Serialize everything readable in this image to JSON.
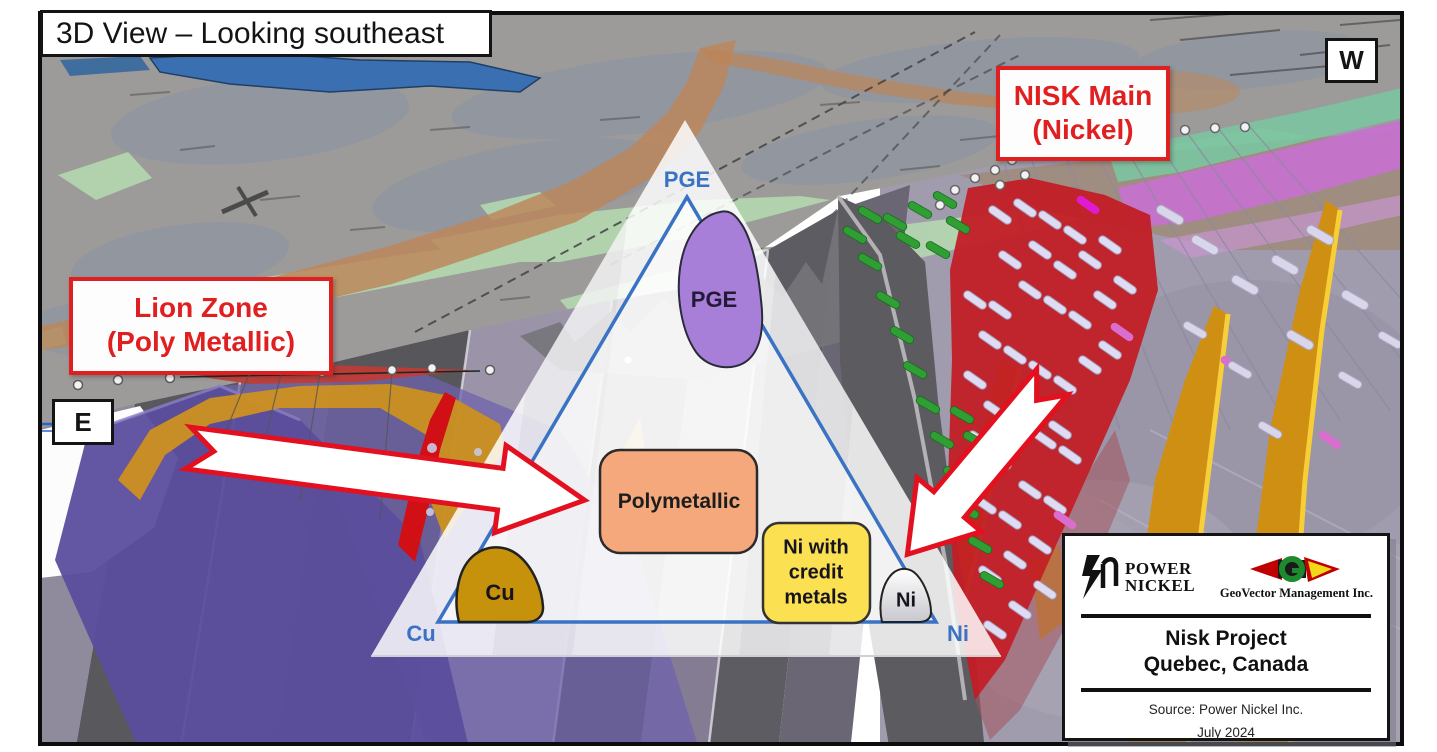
{
  "scene": {
    "title": "3D View – Looking southeast",
    "compass_west": "W",
    "compass_east": "E"
  },
  "callouts": {
    "nisk_main": {
      "title": "NISK Main",
      "subtitle": "(Nickel)"
    },
    "lion_zone": {
      "title": "Lion Zone",
      "subtitle": "(Poly Metallic)"
    }
  },
  "ternary_diagram": {
    "vertices": {
      "top": "PGE",
      "bottom_left": "Cu",
      "bottom_right": "Ni"
    },
    "fields": {
      "pge": "PGE",
      "polymetallic": "Polymetallic",
      "cu": "Cu",
      "ni_with_credit_metals": "Ni with credit metals",
      "ni": "Ni"
    }
  },
  "credit_box": {
    "power_nickel": {
      "line1": "POWER",
      "line2": "NICKEL"
    },
    "geovector": "GeoVector Management Inc.",
    "project": {
      "line1": "Nisk Project",
      "line2": "Quebec, Canada"
    },
    "source": "Source: Power Nickel Inc.",
    "date": "July 2024"
  },
  "colors": {
    "callout_red": "#E02020",
    "ternary_blue": "#3A72C4",
    "pge_purple": "#A77FD8",
    "polymetallic_orange": "#F4A87C",
    "ni_credit_yellow": "#FBE052",
    "cu_gold": "#C6910B",
    "ni_gray": "#E6E6EA",
    "arrow_fill": "#FFFFFF",
    "arrow_stroke": "#E3101F",
    "nisk_body_red": "#C21E25",
    "gold_sheet": "#CE8F12",
    "purple_sheet": "#5B4D9D"
  }
}
